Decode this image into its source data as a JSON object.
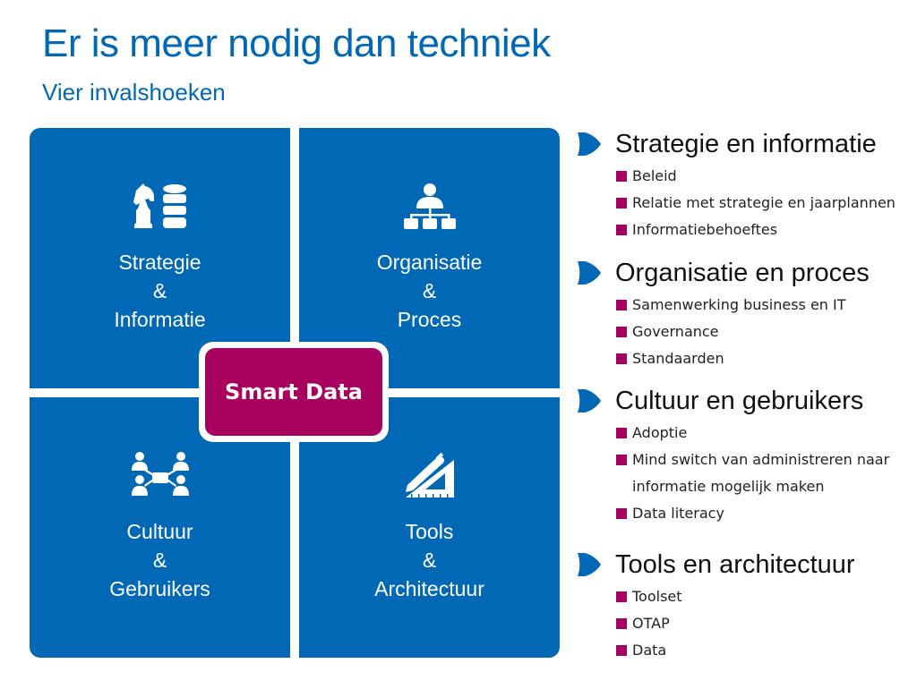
{
  "header": {
    "title": "Er is meer nodig dan techniek",
    "subtitle": "Vier invalshoeken"
  },
  "diagram": {
    "center": {
      "label": "Smart Data"
    },
    "quadrants": [
      {
        "icon": "chess-knight-database-icon",
        "line1": "Strategie",
        "line2": "&",
        "line3": "Informatie"
      },
      {
        "icon": "org-chart-person-icon",
        "line1": "Organisatie",
        "line2": "&",
        "line3": "Proces"
      },
      {
        "icon": "people-network-icon",
        "line1": "Cultuur",
        "line2": "&",
        "line3": "Gebruikers"
      },
      {
        "icon": "pen-set-square-icon",
        "line1": "Tools",
        "line2": "&",
        "line3": "Architectuur"
      }
    ]
  },
  "sections": [
    {
      "title": "Strategie en informatie",
      "items": [
        "Beleid",
        "Relatie met strategie en jaarplannen",
        "Informatiebehoeftes"
      ]
    },
    {
      "title": "Organisatie en proces",
      "items": [
        "Samenwerking business en IT",
        "Governance",
        "Standaarden"
      ]
    },
    {
      "title": "Cultuur en gebruikers",
      "items": [
        "Adoptie",
        "Mind switch van administreren naar",
        "Data literacy"
      ],
      "continuation": "informatie mogelijk maken"
    },
    {
      "title": "Tools en architectuur",
      "items": [
        "Toolset",
        "OTAP",
        "Data"
      ]
    }
  ],
  "colors": {
    "primary_blue": "#0068b4",
    "accent_magenta": "#a8005e",
    "text_dark": "#111111"
  }
}
